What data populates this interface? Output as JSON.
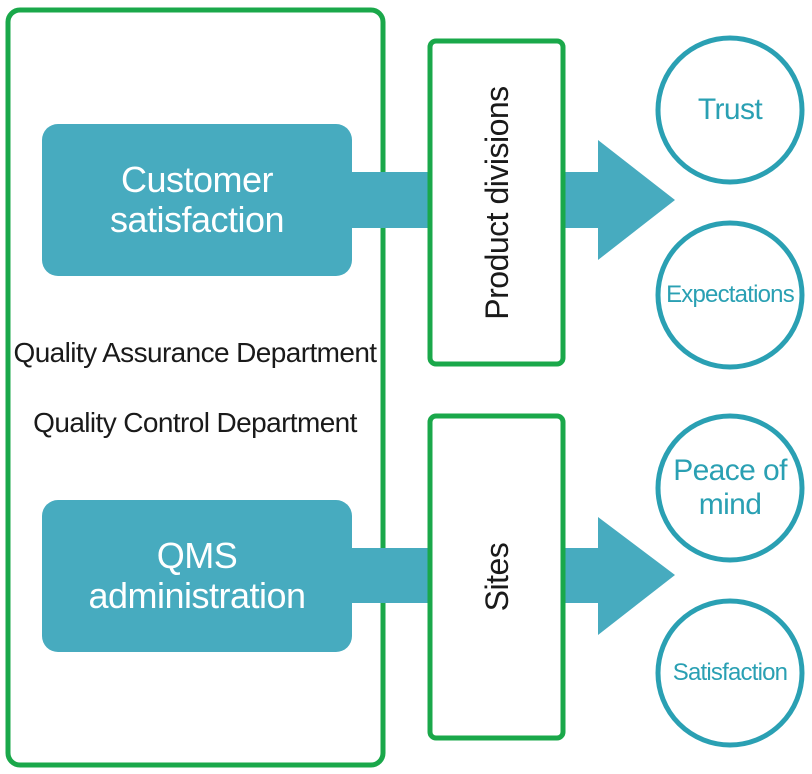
{
  "colors": {
    "frame_green": "#1aa84a",
    "teal": "#47abbf",
    "circle_text": "#2aa0b3",
    "dark_text": "#1a1a1a"
  },
  "blocks": {
    "customer_satisfaction": "Customer\nsatisfaction",
    "qms_administration": "QMS\nadministration"
  },
  "departments": {
    "quality_assurance": "Quality Assurance Department",
    "quality_control": "Quality Control Department"
  },
  "channels": {
    "product_divisions": "Product divisions",
    "sites": "Sites"
  },
  "outcomes": {
    "trust": "Trust",
    "expectations": "Expectations",
    "peace_of_mind": "Peace of\nmind",
    "satisfaction": "Satisfaction"
  }
}
